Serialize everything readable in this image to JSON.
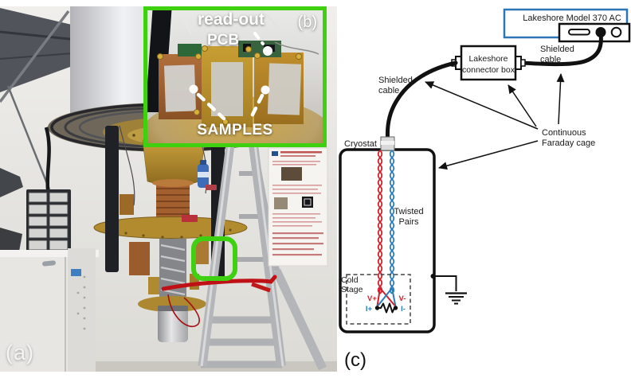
{
  "panels": {
    "a_label": "(a)",
    "b_label": "(b)",
    "c_label": "(c)"
  },
  "inset": {
    "readout": "read-out",
    "pcb": "PCB",
    "samples": "SAMPLES"
  },
  "diagram": {
    "instrument": "Lakeshore Model 370 AC",
    "connector1": "Lakeshore",
    "connector2": "connector box",
    "shielded_right1": "Shielded",
    "shielded_right2": "cable",
    "shielded_left1": "Shielded",
    "shielded_left2": "cable",
    "faraday1": "Continuous",
    "faraday2": "Faraday cage",
    "cryostat": "Cryostat",
    "twisted1": "Twisted",
    "twisted2": "Pairs",
    "cold1": "Cold",
    "cold2": "Stage",
    "v_plus": "V+",
    "v_minus": "V-",
    "i_plus": "I+",
    "i_minus": "I-"
  },
  "colors": {
    "highlight_green": "#3FD00F",
    "diagram_blue": "#2E75B6",
    "wire_red": "#D1202A",
    "wire_blue": "#2B7BBA"
  }
}
